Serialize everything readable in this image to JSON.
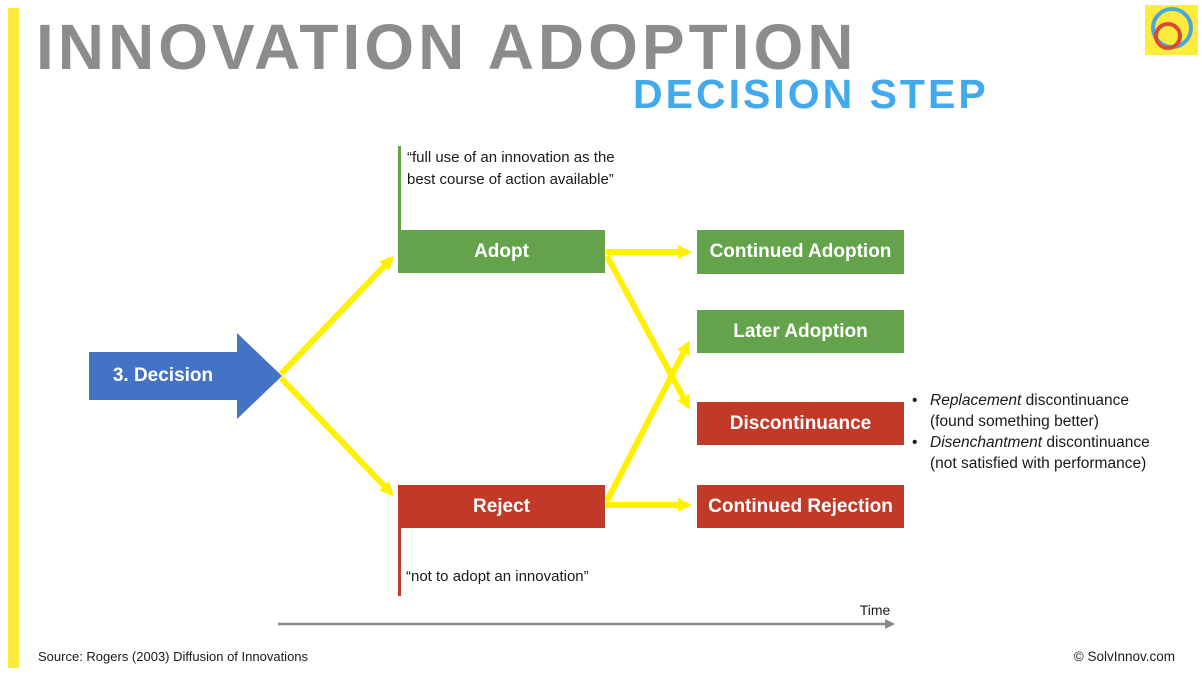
{
  "slide": {
    "title": "INNOVATION ADOPTION",
    "subtitle": "DECISION STEP",
    "time_label": "Time",
    "source": "Source: Rogers (2003) Diffusion of Innovations",
    "copyright": "© SolvInnov.com"
  },
  "decision_arrow": {
    "label": "3. Decision"
  },
  "boxes": {
    "adopt": "Adopt",
    "reject": "Reject",
    "continued_adoption": "Continued Adoption",
    "later_adoption": "Later Adoption",
    "discontinuance": "Discontinuance",
    "continued_rejection": "Continued Rejection"
  },
  "quotes": {
    "adopt": {
      "line1": "“full use of an innovation as the",
      "line2": "best course of action available”"
    },
    "reject": "“not to adopt an innovation”"
  },
  "bullets": [
    {
      "marker": "•",
      "italic": "Replacement",
      "rest": " discontinuance",
      "line2": "(found something better)"
    },
    {
      "marker": "•",
      "italic": "Disenchantment",
      "rest": " discontinuance",
      "line2": "(not satisfied with performance)"
    }
  ],
  "colors": {
    "title_gray": "#8c8c8c",
    "subtitle_blue": "#41a9ee",
    "accent_yellow": "#fdeb3d",
    "arrow_yellow": "#fff100",
    "green": "#64a34c",
    "red": "#c13a28",
    "decision_blue": "#4472c4",
    "axis_gray": "#8a8a8a",
    "logo_blue": "#4aa8d8",
    "logo_red": "#d94a33",
    "text_dark": "#1a1a1a"
  }
}
